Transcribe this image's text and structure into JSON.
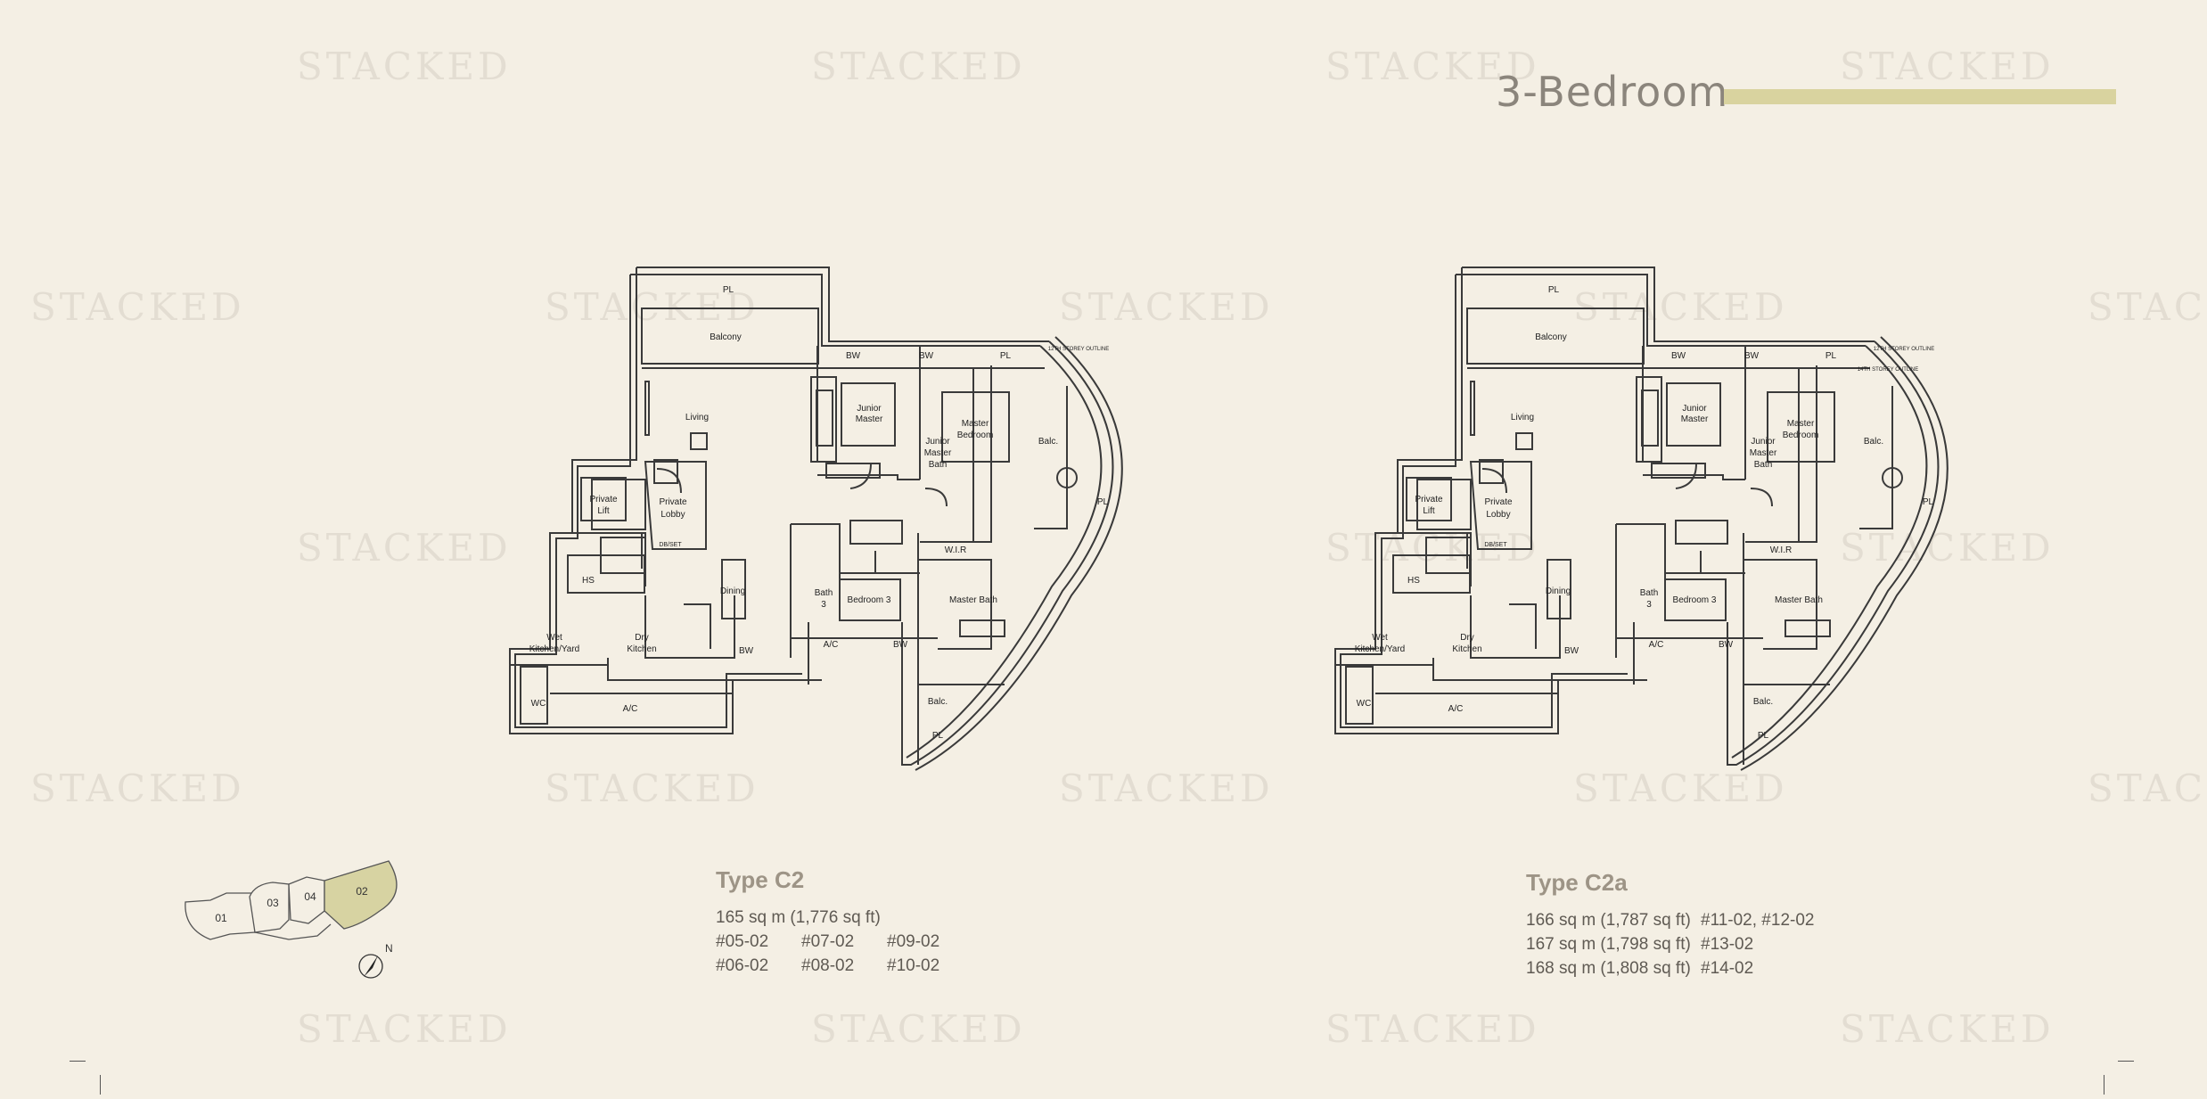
{
  "watermark": "STACKED",
  "header": {
    "title": "3-Bedroom"
  },
  "colors": {
    "background": "#f4efe4",
    "accent": "#d9d39f",
    "highlight_unit": "#d7d3a2"
  },
  "plan_labels": {
    "pl": "PL",
    "balcony": "Balcony",
    "bw": "BW",
    "outline_12th": "12TH STOREY OUTLINE",
    "outline_14th": "14TH STOREY OUTLINE",
    "living": "Living",
    "junior": "Junior",
    "master": "Master",
    "bedroom": "Bedroom",
    "bath": "Bath",
    "balc": "Balc.",
    "private": "Private",
    "lift": "Lift",
    "lobby": "Lobby",
    "db_set": "DB/SET",
    "hs": "HS",
    "dining": "Dining",
    "num3": "3",
    "bedroom3": "Bedroom 3",
    "wir": "W.I.R",
    "master_bath": "Master Bath",
    "wet": "Wet",
    "kitchen_yard": "Kitchen/Yard",
    "dry": "Dry",
    "kitchen": "Kitchen",
    "ac": "A/C",
    "wc": "WC"
  },
  "units": [
    {
      "type": "Type C2",
      "lines": [
        [
          "165 sq m (1,776 sq ft)"
        ],
        [
          "#05-02",
          "#07-02",
          "#09-02"
        ],
        [
          "#06-02",
          "#08-02",
          "#10-02"
        ]
      ]
    },
    {
      "type": "Type C2a",
      "lines": [
        [
          "166 sq m (1,787 sq ft)",
          "#11-02, #12-02"
        ],
        [
          "167 sq m (1,798 sq ft)",
          "#13-02"
        ],
        [
          "168 sq m (1,808 sq ft)",
          "#14-02"
        ]
      ]
    }
  ],
  "key_plan": {
    "units": [
      "01",
      "03",
      "04",
      "02"
    ],
    "highlighted": "02",
    "north": "N",
    "north_icon": "north-arrow-icon"
  }
}
